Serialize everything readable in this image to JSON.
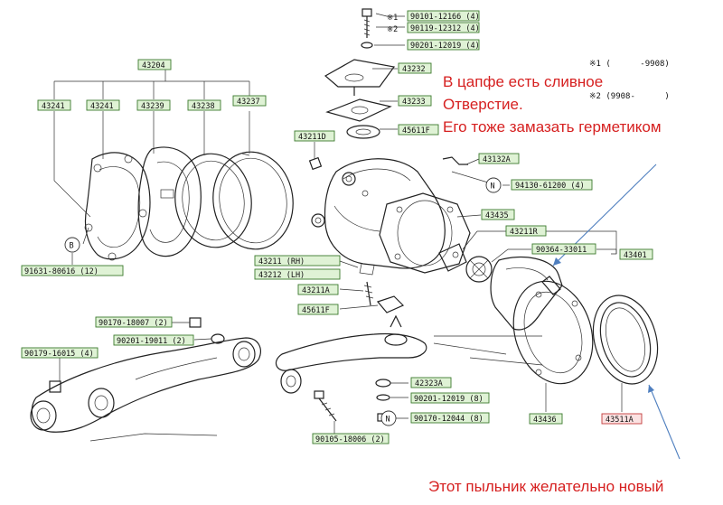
{
  "parts": {
    "p90101_12166": "90101-12166 (4)",
    "p90119_12312": "90119-12312 (4)",
    "p90201_12019_4": "90201-12019 (4)",
    "p43204": "43204",
    "p43241_a": "43241",
    "p43241_b": "43241",
    "p43239": "43239",
    "p43238": "43238",
    "p43237": "43237",
    "p43232": "43232",
    "p43233": "43233",
    "p45611F_top": "45611F",
    "p43211D": "43211D",
    "p43132A": "43132A",
    "p94130_61200": "94130-61200 (4)",
    "p43435": "43435",
    "p43211R_r": "43211R",
    "p90364_33011": "90364-33011",
    "p43401": "43401",
    "p91631_80616": "91631-80616 (12)",
    "p43211_rh": "43211 (RH)",
    "p43212_lh": "43212 (LH)",
    "p43211A": "43211A",
    "p45611F_bot": "45611F",
    "p90170_18007": "90170-18007 (2)",
    "p90201_19011": "90201-19011 (2)",
    "p90179_16015": "90179-16015 (4)",
    "p42323A": "42323A",
    "p90201_12019_8": "90201-12019 (8)",
    "p90170_12044": "90170-12044 (8)",
    "p90105_18006": "90105-18006 (2)",
    "p43436": "43436",
    "p43511A": "43511A"
  },
  "markers": {
    "m1": "※1",
    "m2": "※2",
    "b": "B",
    "n": "N"
  },
  "legend": {
    "line1": "※1 (      -9908)",
    "line2": "※2 (9908-      )"
  },
  "notes": {
    "line1": "В цапфе есть сливное",
    "line2": "Отверстие.",
    "line3": "Его тоже замазать герметиком",
    "bottom": "Этот пыльник желательно новый"
  },
  "colors": {
    "note": "#d62020",
    "arrow": "#4f7fbf",
    "label_fill": "#dff2d5",
    "label_border": "#3c7a2e"
  }
}
